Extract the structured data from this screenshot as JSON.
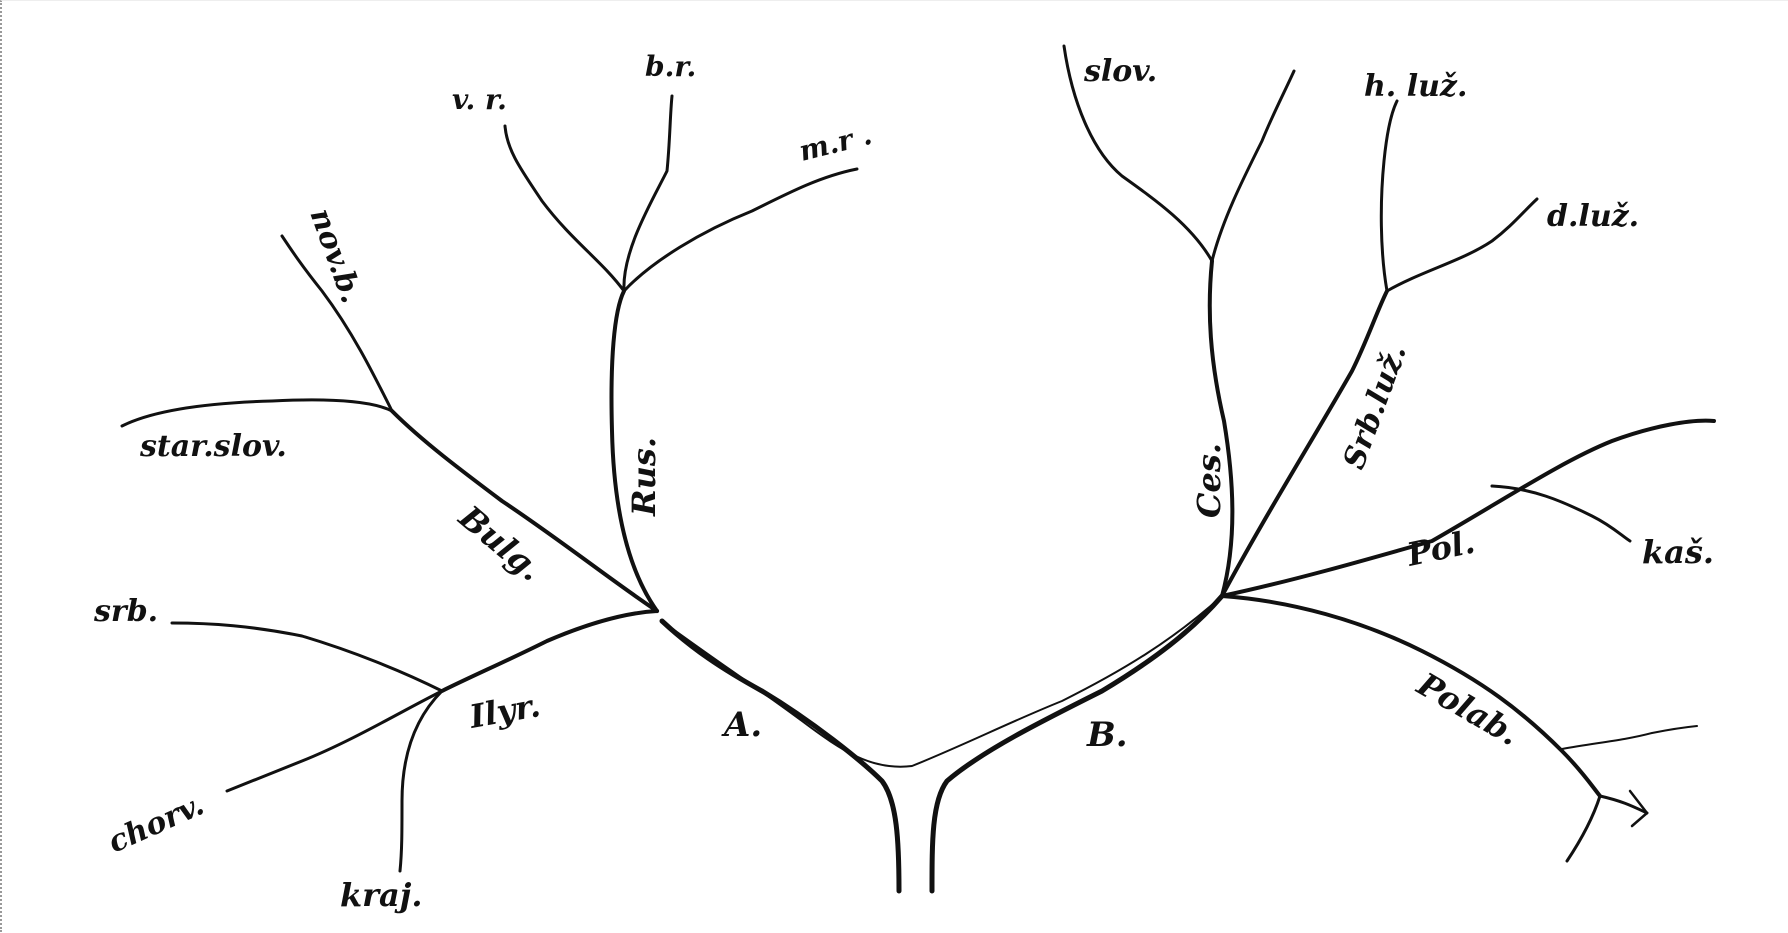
{
  "diagram": {
    "labels": {
      "trunk_a": "A.",
      "trunk_b": "B.",
      "rus": "Rus.",
      "v_r": "v. r.",
      "b_r": "b.r.",
      "m_r": "m.r .",
      "bulg": "Bulg.",
      "nov_b": "nov.b.",
      "star_slov": "star.slov.",
      "ilyr": "Ilyr.",
      "srb": "srb.",
      "chorv": "chorv.",
      "kraj": "kraj.",
      "ces": "Ces.",
      "slov": "slov.",
      "srb_luz": "Srb.luž.",
      "h_luz": "h. luž.",
      "d_luz": "d.luž.",
      "pol": "Pol.",
      "kas": "kaš.",
      "polab": "Polab."
    }
  }
}
